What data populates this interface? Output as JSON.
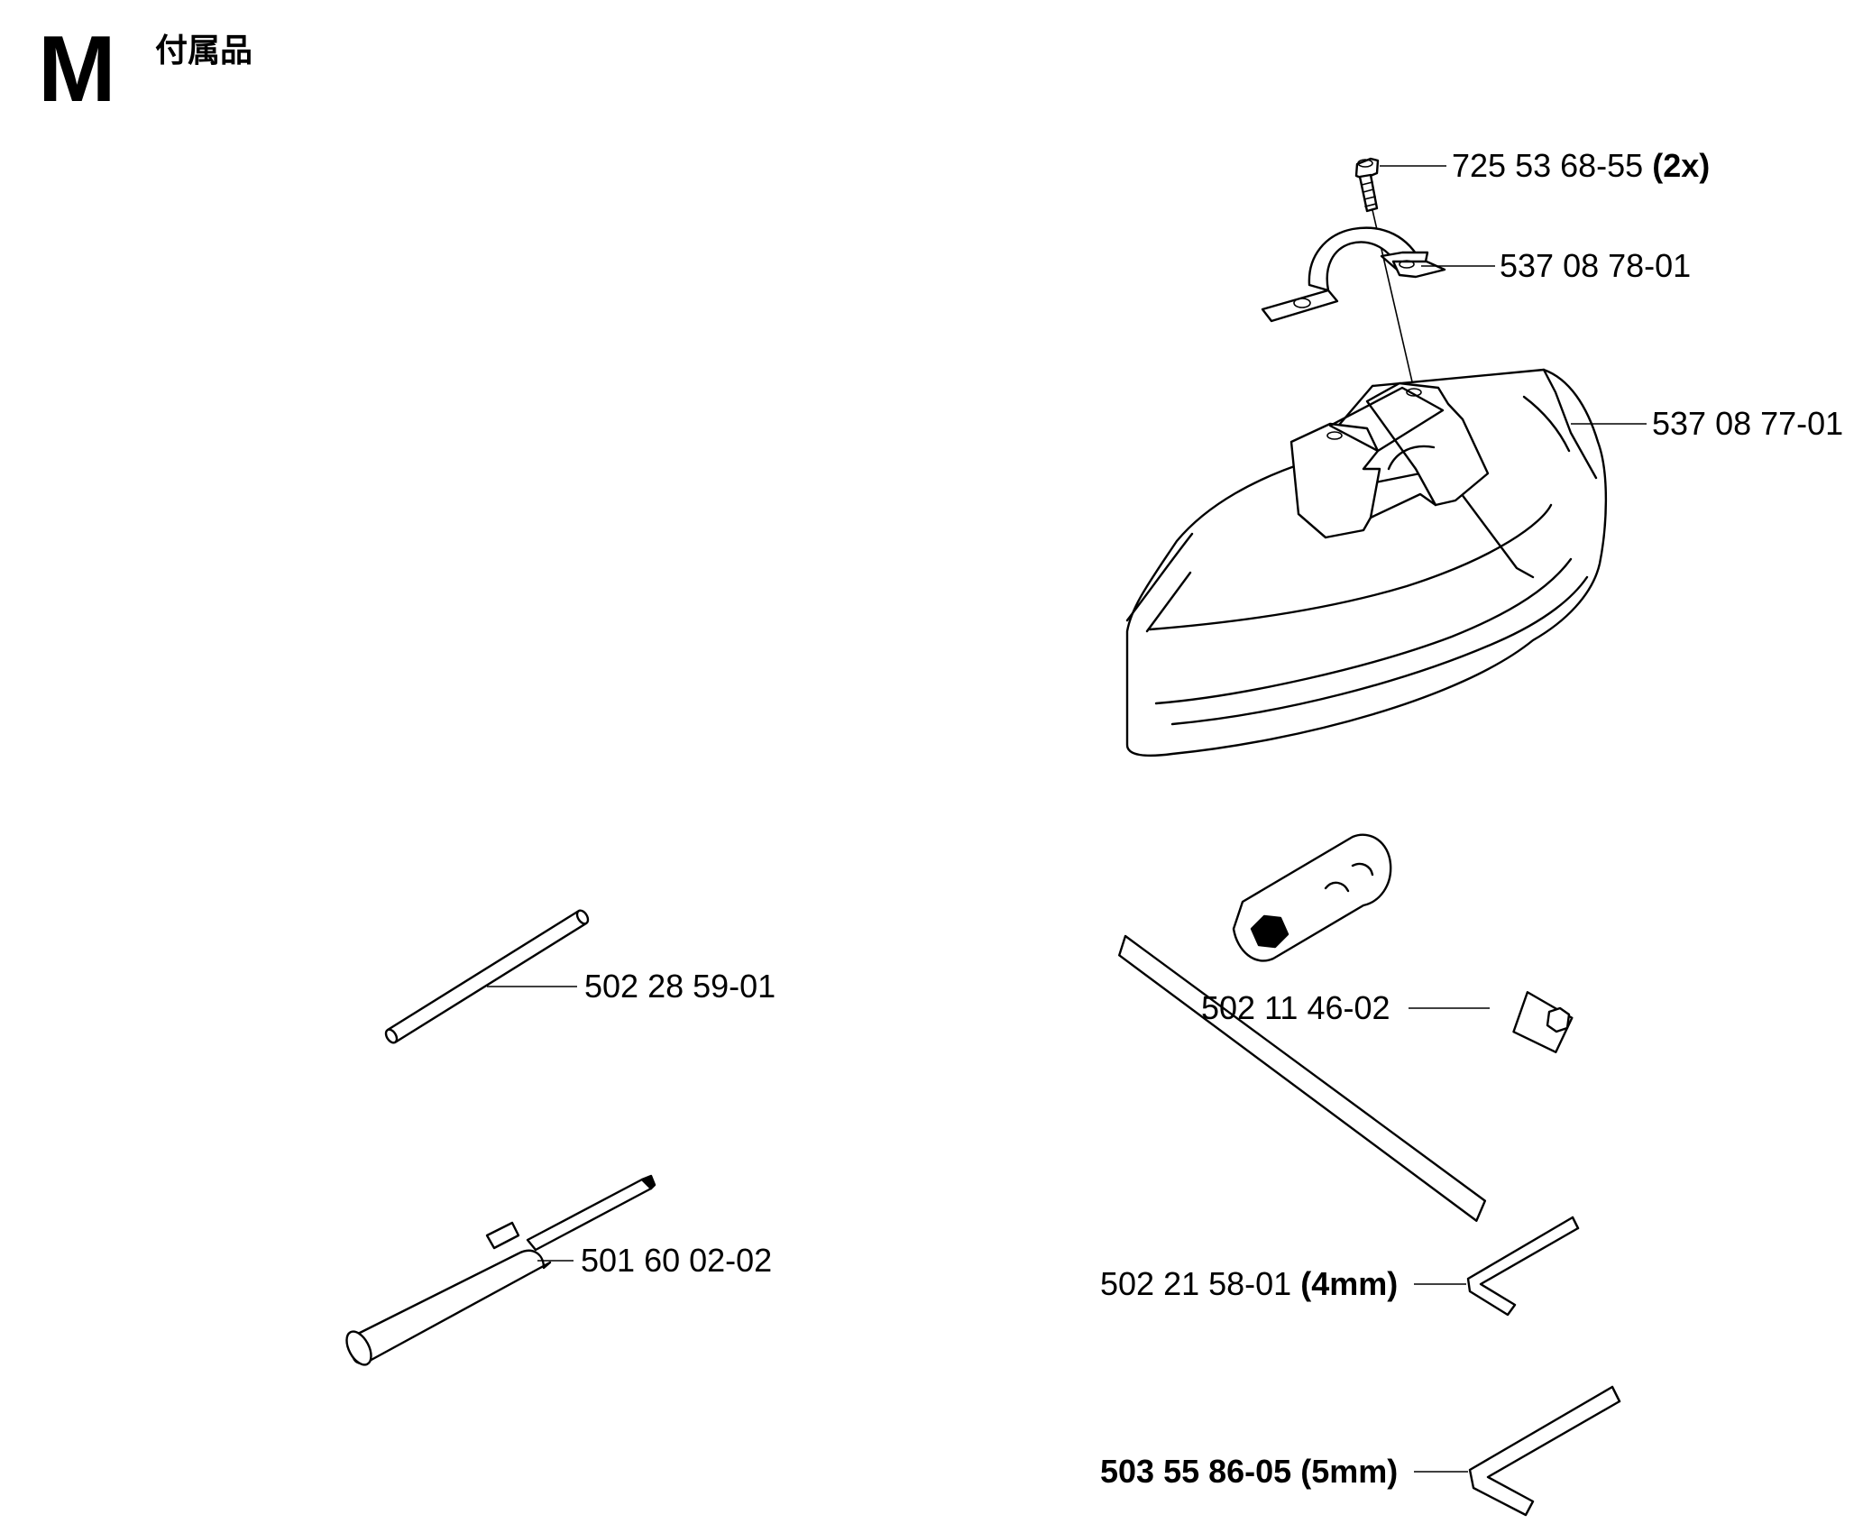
{
  "section": {
    "letter": "M",
    "title": "付属品"
  },
  "parts": {
    "screw": {
      "number": "725 53 68-55",
      "qty": "(2x)"
    },
    "clamp": {
      "number": "537 08 78-01"
    },
    "guard": {
      "number": "537 08 77-01"
    },
    "pin": {
      "number": "502 28 59-01"
    },
    "wrench": {
      "number": "502 11 46-02"
    },
    "file": {
      "number": "501 60 02-02"
    },
    "hex_key_4": {
      "number": "502 21 58-01",
      "size": "(4mm)"
    },
    "hex_key_5": {
      "number": "503 55 86-05",
      "size": "(5mm)"
    }
  }
}
